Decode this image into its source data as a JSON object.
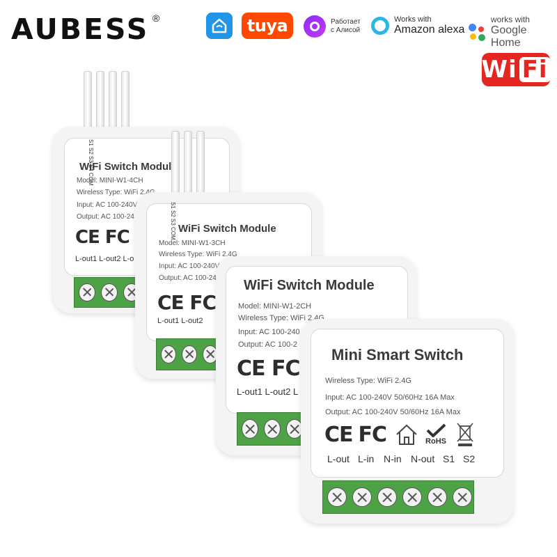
{
  "brand": {
    "name": "AUBESS",
    "registered": "®"
  },
  "badges": {
    "tuya": "tuya",
    "alice_line1": "Работает",
    "alice_line2": "с Алисой",
    "alexa_line1": "Works with",
    "alexa_line2": "Amazon alexa",
    "google_line1": "works with",
    "google_line2": "Google Home",
    "wifi_wi": "Wi",
    "wifi_fi": "Fi"
  },
  "colors": {
    "tuya": "#ff4800",
    "smartlife": "#2196e8",
    "wifi": "#e52520",
    "terminal": "#4ea246"
  },
  "modules": {
    "m4": {
      "title": "WiFi Switch Module",
      "model": "Model: MINI-W1-4CH",
      "wireless": "Wireless Type: WiFi 2.4G",
      "input": "Input: AC 100-240V",
      "output": "Output: AC 100-24",
      "certs": "CE FC",
      "lout": "L-out1 L-out2 L-o",
      "pins": "S1 S2 S3 S4 COM"
    },
    "m3": {
      "title": "WiFi Switch Module",
      "model": "Model: MINI-W1-3CH",
      "wireless": "Wireless Type: WiFi 2.4G",
      "input": "Input: AC 100-240V",
      "output": "Output: AC 100-24",
      "certs": "CE FC",
      "lout": "L-out1 L-out2",
      "pins": "S1 S2 S3 COM"
    },
    "m2": {
      "title": "WiFi Switch Module",
      "model": "Model: MINI-W1-2CH",
      "wireless": "Wireless Type: WiFi 2.4G",
      "input": "Input: AC 100-240",
      "output": "Output: AC 100-2",
      "certs": "CE FC",
      "lout": "L-out1 L-out2 L"
    },
    "m1": {
      "title": "Mini Smart Switch",
      "wireless": "Wireless Type: WiFi 2.4G",
      "input": "Input: AC 100-240V 50/60Hz 16A Max",
      "output": "Output: AC 100-240V 50/60Hz 16A Max",
      "ce": "CE",
      "fc": "FC",
      "rohs": "RoHS",
      "terminals": [
        "L-out",
        "L-in",
        "N-in",
        "N-out",
        "S1",
        "S2"
      ]
    }
  }
}
